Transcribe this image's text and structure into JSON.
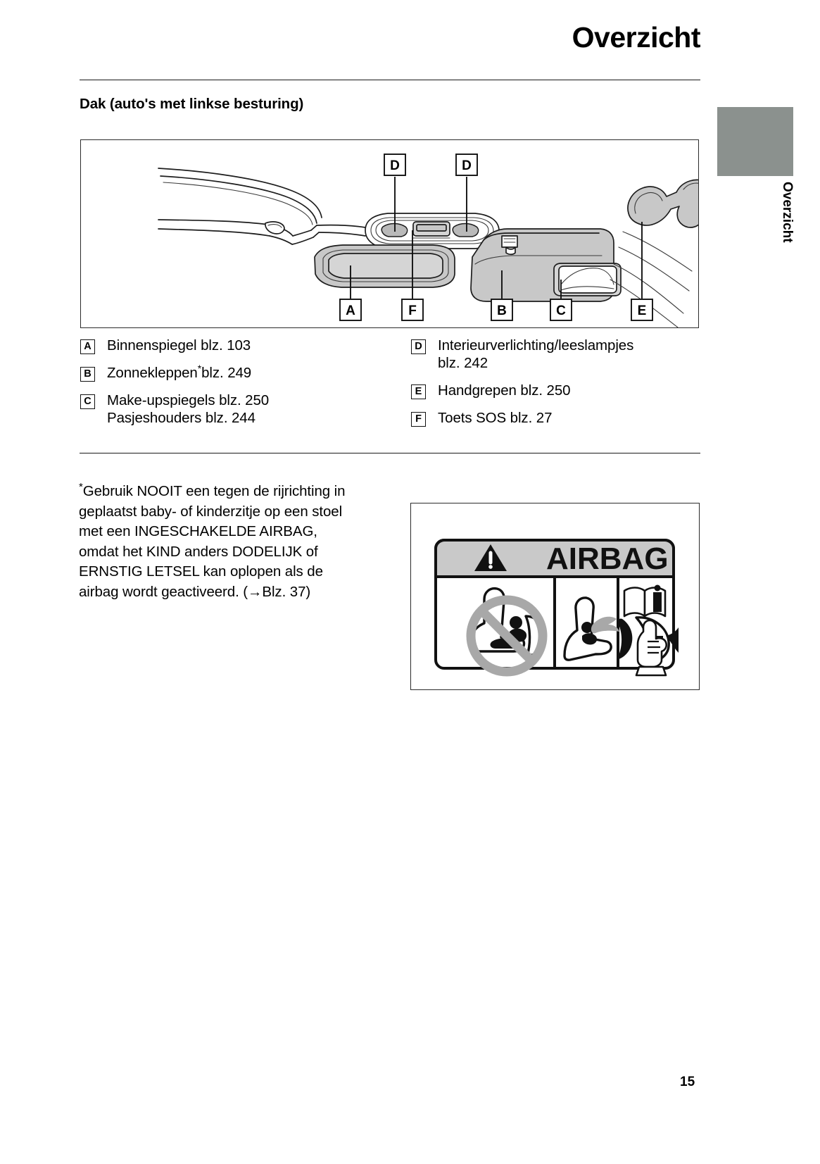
{
  "header": {
    "title": "Overzicht"
  },
  "side_tab": {
    "label": "Overzicht",
    "color": "#8b918e"
  },
  "section": {
    "heading": "Dak (auto's met linkse besturing)"
  },
  "figure": {
    "callouts": [
      {
        "id": "D",
        "label": "D"
      },
      {
        "id": "D2",
        "label": "D"
      },
      {
        "id": "A",
        "label": "A"
      },
      {
        "id": "F",
        "label": "F"
      },
      {
        "id": "B",
        "label": "B"
      },
      {
        "id": "C",
        "label": "C"
      },
      {
        "id": "E",
        "label": "E"
      }
    ]
  },
  "legend": {
    "left": [
      {
        "tag": "A",
        "text": "Binnenspiegel blz. 103",
        "sup": "",
        "text2": ""
      },
      {
        "tag": "B",
        "text": "Zonnekleppen",
        "sup": "*",
        "text_after_sup": "blz. 249",
        "text2": ""
      },
      {
        "tag": "C",
        "text": "Make-upspiegels blz. 250",
        "sup": "",
        "text2": "Pasjeshouders blz. 244"
      }
    ],
    "right": [
      {
        "tag": "D",
        "text": "Interieurverlichting/leeslampjes",
        "sup": "",
        "text2": "blz. 242"
      },
      {
        "tag": "E",
        "text": "Handgrepen blz. 250",
        "sup": "",
        "text2": ""
      },
      {
        "tag": "F",
        "text": "Toets SOS blz. 27",
        "sup": "",
        "text2": ""
      }
    ]
  },
  "footnote": {
    "marker": "*",
    "text": "Gebruik NOOIT een tegen de rijrichting in geplaatst baby- of kinderzitje op een stoel met een INGESCHAKELDE AIRBAG, omdat het KIND anders DODELIJK of ERNSTIG LETSEL kan oplopen als de airbag wordt geactiveerd. (→Blz. 37)"
  },
  "airbag_label": {
    "title": "AIRBAG",
    "warning_icon": "warning-triangle-icon",
    "panels": [
      {
        "name": "no-rear-facing-child-seat-icon"
      },
      {
        "name": "airbag-deployment-icon"
      },
      {
        "name": "read-manual-icon"
      }
    ],
    "header_bg": "#c9c9c9"
  },
  "footer": {
    "page_number": "15"
  }
}
